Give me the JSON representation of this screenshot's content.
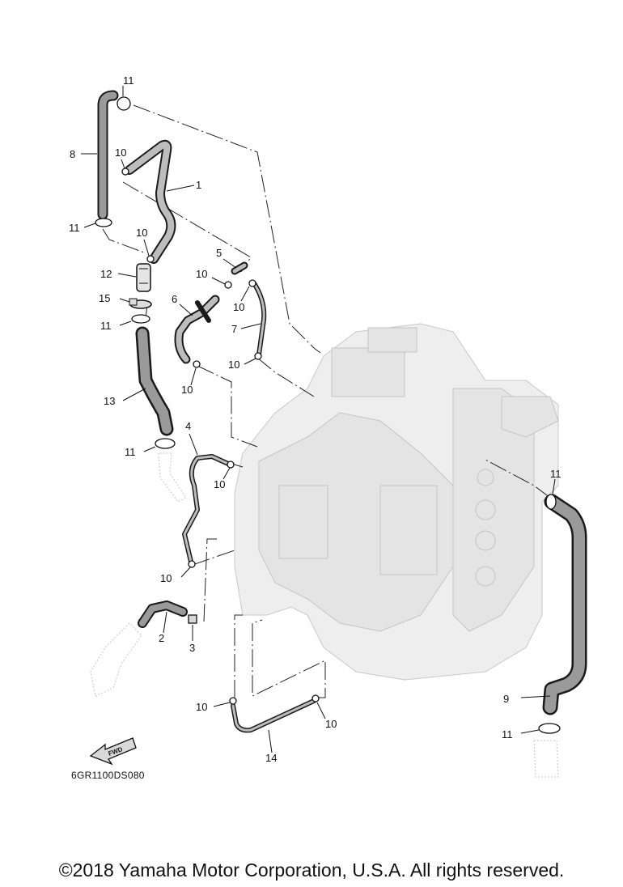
{
  "callouts": {
    "c1": "1",
    "c2": "2",
    "c3": "3",
    "c4": "4",
    "c5": "5",
    "c6": "6",
    "c7": "7",
    "c8": "8",
    "c9": "9",
    "c10": "10",
    "c11": "11",
    "c12": "12",
    "c13": "13",
    "c14": "14",
    "c15": "15"
  },
  "diagram_code": "6GR1100DS080",
  "fwd_label": "FWD",
  "copyright": "©2018 Yamaha Motor Corporation, U.S.A. All rights reserved."
}
